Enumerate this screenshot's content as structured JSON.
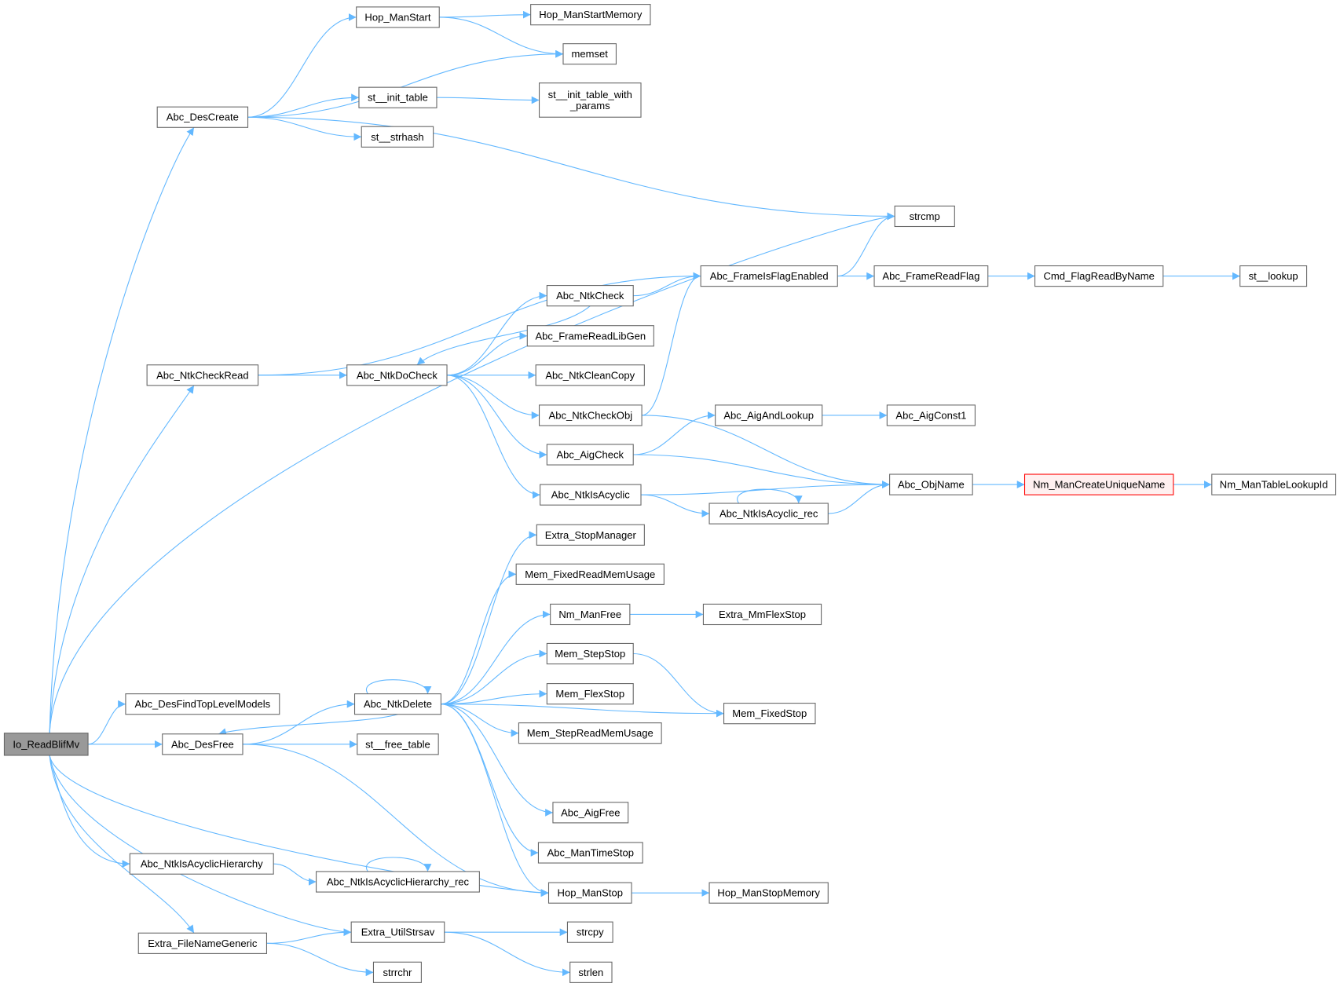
{
  "graph": {
    "title": "Io_ReadBlifMv call graph",
    "colors": {
      "edge": "#63b8ff",
      "root_fill": "#999999",
      "highlight_border": "#ff0000",
      "node_border": "#666666"
    },
    "nodes": {
      "io": {
        "lines": [
          "Io_ReadBlifMv"
        ]
      },
      "desCreate": {
        "lines": [
          "Abc_DesCreate"
        ]
      },
      "hopManStart": {
        "lines": [
          "Hop_ManStart"
        ]
      },
      "hopManStartMemory": {
        "lines": [
          "Hop_ManStartMemory"
        ]
      },
      "memset": {
        "lines": [
          "memset"
        ]
      },
      "stInitTable": {
        "lines": [
          "st__init_table"
        ]
      },
      "stInitTableWithParams": {
        "lines": [
          "st__init_table_with",
          "_params"
        ]
      },
      "stStrhash": {
        "lines": [
          "st__strhash"
        ]
      },
      "strcmp": {
        "lines": [
          "strcmp"
        ]
      },
      "frameIsFlag": {
        "lines": [
          "Abc_FrameIsFlagEnabled"
        ]
      },
      "frameReadFlag": {
        "lines": [
          "Abc_FrameReadFlag"
        ]
      },
      "cmdFlagRead": {
        "lines": [
          "Cmd_FlagReadByName"
        ]
      },
      "stLookup": {
        "lines": [
          "st__lookup"
        ]
      },
      "ntkCheck": {
        "lines": [
          "Abc_NtkCheck"
        ]
      },
      "ntkCheckRead": {
        "lines": [
          "Abc_NtkCheckRead"
        ]
      },
      "ntkDoCheck": {
        "lines": [
          "Abc_NtkDoCheck"
        ]
      },
      "frameReadLibGen": {
        "lines": [
          "Abc_FrameReadLibGen"
        ]
      },
      "ntkCleanCopy": {
        "lines": [
          "Abc_NtkCleanCopy"
        ]
      },
      "ntkCheckObj": {
        "lines": [
          "Abc_NtkCheckObj"
        ]
      },
      "aigAndLookup": {
        "lines": [
          "Abc_AigAndLookup"
        ]
      },
      "aigConst1": {
        "lines": [
          "Abc_AigConst1"
        ]
      },
      "aigCheck": {
        "lines": [
          "Abc_AigCheck"
        ]
      },
      "objName": {
        "lines": [
          "Abc_ObjName"
        ]
      },
      "nmManCreate": {
        "lines": [
          "Nm_ManCreateUniqueName"
        ]
      },
      "nmManTableLookupId": {
        "lines": [
          "Nm_ManTableLookupId"
        ]
      },
      "ntkIsAcyclic": {
        "lines": [
          "Abc_NtkIsAcyclic"
        ]
      },
      "ntkIsAcyclicRec": {
        "lines": [
          "Abc_NtkIsAcyclic_rec"
        ]
      },
      "extraStopManager": {
        "lines": [
          "Extra_StopManager"
        ]
      },
      "memFixedReadMemUsage": {
        "lines": [
          "Mem_FixedReadMemUsage"
        ]
      },
      "nmManFree": {
        "lines": [
          "Nm_ManFree"
        ]
      },
      "extraMmFlexStop": {
        "lines": [
          "Extra_MmFlexStop"
        ]
      },
      "memStepStop": {
        "lines": [
          "Mem_StepStop"
        ]
      },
      "memFlexStop": {
        "lines": [
          "Mem_FlexStop"
        ]
      },
      "memFixedStop": {
        "lines": [
          "Mem_FixedStop"
        ]
      },
      "desFindTop": {
        "lines": [
          "Abc_DesFindTopLevelModels"
        ]
      },
      "ntkDelete": {
        "lines": [
          "Abc_NtkDelete"
        ]
      },
      "desFree": {
        "lines": [
          "Abc_DesFree"
        ]
      },
      "memStepReadMemUsage": {
        "lines": [
          "Mem_StepReadMemUsage"
        ]
      },
      "stFreeTable": {
        "lines": [
          "st__free_table"
        ]
      },
      "aigFree": {
        "lines": [
          "Abc_AigFree"
        ]
      },
      "manTimeStop": {
        "lines": [
          "Abc_ManTimeStop"
        ]
      },
      "ntkIsAcyclicHier": {
        "lines": [
          "Abc_NtkIsAcyclicHierarchy"
        ]
      },
      "ntkIsAcyclicHierRec": {
        "lines": [
          "Abc_NtkIsAcyclicHierarchy_rec"
        ]
      },
      "hopManStop": {
        "lines": [
          "Hop_ManStop"
        ]
      },
      "hopManStopMemory": {
        "lines": [
          "Hop_ManStopMemory"
        ]
      },
      "extraUtilStrsav": {
        "lines": [
          "Extra_UtilStrsav"
        ]
      },
      "strcpy": {
        "lines": [
          "strcpy"
        ]
      },
      "extraFileNameGeneric": {
        "lines": [
          "Extra_FileNameGeneric"
        ]
      },
      "strrchr": {
        "lines": [
          "strrchr"
        ]
      },
      "strlen": {
        "lines": [
          "strlen"
        ]
      }
    },
    "edges": [
      [
        "io",
        "desCreate"
      ],
      [
        "io",
        "strcmp"
      ],
      [
        "io",
        "ntkCheckRead"
      ],
      [
        "io",
        "desFindTop"
      ],
      [
        "io",
        "desFree"
      ],
      [
        "io",
        "hopManStop"
      ],
      [
        "io",
        "ntkIsAcyclicHier"
      ],
      [
        "io",
        "extraUtilStrsav"
      ],
      [
        "io",
        "extraFileNameGeneric"
      ],
      [
        "desCreate",
        "hopManStart"
      ],
      [
        "desCreate",
        "memset"
      ],
      [
        "desCreate",
        "stInitTable"
      ],
      [
        "desCreate",
        "stStrhash"
      ],
      [
        "desCreate",
        "strcmp"
      ],
      [
        "hopManStart",
        "hopManStartMemory"
      ],
      [
        "hopManStart",
        "memset"
      ],
      [
        "stInitTable",
        "stInitTableWithParams"
      ],
      [
        "frameIsFlag",
        "strcmp"
      ],
      [
        "frameIsFlag",
        "frameReadFlag"
      ],
      [
        "frameReadFlag",
        "cmdFlagRead"
      ],
      [
        "cmdFlagRead",
        "stLookup"
      ],
      [
        "ntkCheckRead",
        "frameIsFlag"
      ],
      [
        "ntkCheckRead",
        "ntkDoCheck"
      ],
      [
        "ntkDoCheck",
        "ntkCheck"
      ],
      [
        "ntkDoCheck",
        "frameReadLibGen"
      ],
      [
        "ntkDoCheck",
        "ntkCleanCopy"
      ],
      [
        "ntkDoCheck",
        "ntkCheckObj"
      ],
      [
        "ntkDoCheck",
        "aigCheck"
      ],
      [
        "ntkDoCheck",
        "ntkIsAcyclic"
      ],
      [
        "ntkCheck",
        "ntkDoCheck"
      ],
      [
        "ntkCheck",
        "frameIsFlag"
      ],
      [
        "ntkCheckObj",
        "frameIsFlag"
      ],
      [
        "ntkCheckObj",
        "objName"
      ],
      [
        "aigCheck",
        "aigAndLookup"
      ],
      [
        "aigCheck",
        "objName"
      ],
      [
        "aigAndLookup",
        "aigConst1"
      ],
      [
        "ntkIsAcyclic",
        "ntkIsAcyclicRec"
      ],
      [
        "ntkIsAcyclic",
        "objName"
      ],
      [
        "ntkIsAcyclicRec",
        "objName"
      ],
      [
        "ntkIsAcyclicRec",
        "ntkIsAcyclicRec"
      ],
      [
        "objName",
        "nmManCreate"
      ],
      [
        "nmManCreate",
        "nmManTableLookupId"
      ],
      [
        "ntkDelete",
        "extraStopManager"
      ],
      [
        "ntkDelete",
        "memFixedReadMemUsage"
      ],
      [
        "ntkDelete",
        "nmManFree"
      ],
      [
        "ntkDelete",
        "memStepStop"
      ],
      [
        "ntkDelete",
        "memFlexStop"
      ],
      [
        "ntkDelete",
        "memStepReadMemUsage"
      ],
      [
        "ntkDelete",
        "memFixedStop"
      ],
      [
        "ntkDelete",
        "aigFree"
      ],
      [
        "ntkDelete",
        "manTimeStop"
      ],
      [
        "ntkDelete",
        "hopManStop"
      ],
      [
        "ntkDelete",
        "desFree"
      ],
      [
        "ntkDelete",
        "ntkDelete"
      ],
      [
        "nmManFree",
        "extraMmFlexStop"
      ],
      [
        "memStepStop",
        "memFixedStop"
      ],
      [
        "desFree",
        "ntkDelete"
      ],
      [
        "desFree",
        "stFreeTable"
      ],
      [
        "desFree",
        "hopManStop"
      ],
      [
        "ntkIsAcyclicHier",
        "ntkIsAcyclicHierRec"
      ],
      [
        "ntkIsAcyclicHierRec",
        "ntkIsAcyclicHierRec"
      ],
      [
        "hopManStop",
        "hopManStopMemory"
      ],
      [
        "extraFileNameGeneric",
        "extraUtilStrsav"
      ],
      [
        "extraFileNameGeneric",
        "strrchr"
      ],
      [
        "extraUtilStrsav",
        "strcpy"
      ],
      [
        "extraUtilStrsav",
        "strlen"
      ]
    ]
  }
}
